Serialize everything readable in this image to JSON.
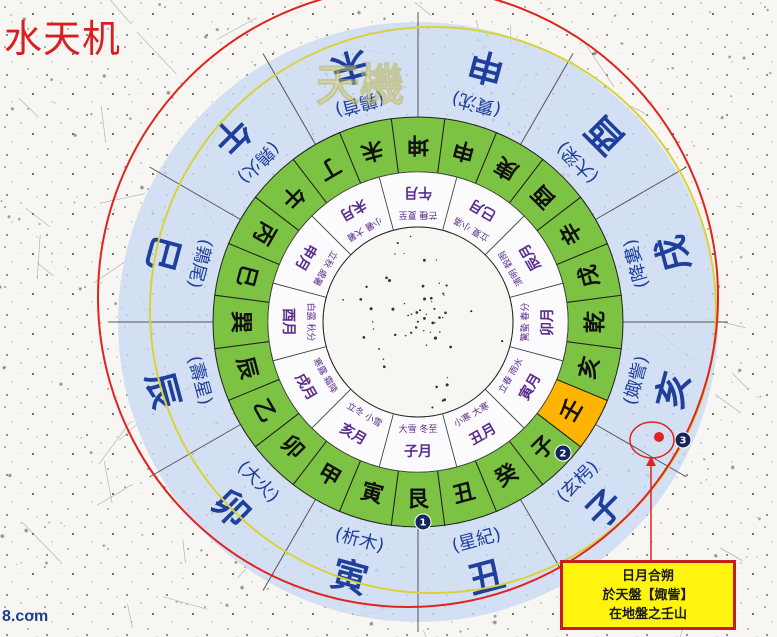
{
  "title": "水天机",
  "watermark": "8.com",
  "banner": "天機",
  "callout": {
    "line1": "日月合朔",
    "line2": "於天盤【娵訾】",
    "line3": "在地盤之壬山"
  },
  "colors": {
    "green": "#7cc243",
    "blue_ring": "#c9dbf2",
    "highlight": "#ffb400",
    "red_circle": "#e0241f",
    "navy_text": "#1f3f9c",
    "purple_text": "#5a2d8c",
    "marker_navy": "#13265e"
  },
  "outer_ring": [
    {
      "main": "寅",
      "sub": "(析木)"
    },
    {
      "main": "丑",
      "sub": "(星紀)"
    },
    {
      "main": "子",
      "sub": "(玄枵)"
    },
    {
      "main": "亥",
      "sub": "(娵訾)"
    },
    {
      "main": "戌",
      "sub": "(降婁)"
    },
    {
      "main": "酉",
      "sub": "(大梁)"
    },
    {
      "main": "申",
      "sub": "(實沈)"
    },
    {
      "main": "未",
      "sub": "(鶉首)"
    },
    {
      "main": "午",
      "sub": "(鶉火)"
    },
    {
      "main": "巳",
      "sub": "(鶉尾)"
    },
    {
      "main": "辰",
      "sub": "(壽星)"
    },
    {
      "main": "卯",
      "sub": "(大火)"
    }
  ],
  "mountains": [
    "艮",
    "丑",
    "癸",
    "子",
    "壬",
    "亥",
    "乾",
    "戌",
    "辛",
    "酉",
    "庚",
    "申",
    "坤",
    "未",
    "丁",
    "午",
    "丙",
    "巳",
    "巽",
    "辰",
    "乙",
    "卯",
    "甲",
    "寅"
  ],
  "months": [
    {
      "name": "子月",
      "terms": [
        "大雪",
        "冬至"
      ]
    },
    {
      "name": "丑月",
      "terms": [
        "小寒",
        "大寒"
      ]
    },
    {
      "name": "寅月",
      "terms": [
        "立春",
        "雨水"
      ]
    },
    {
      "name": "卯月",
      "terms": [
        "驚蟄",
        "春分"
      ]
    },
    {
      "name": "辰月",
      "terms": [
        "清明",
        "穀雨"
      ]
    },
    {
      "name": "巳月",
      "terms": [
        "立夏",
        "小滿"
      ]
    },
    {
      "name": "午月",
      "terms": [
        "芒種",
        "夏至"
      ]
    },
    {
      "name": "未月",
      "terms": [
        "小暑",
        "大暑"
      ]
    },
    {
      "name": "申月",
      "terms": [
        "立秋",
        "處暑"
      ]
    },
    {
      "name": "酉月",
      "terms": [
        "白露",
        "秋分"
      ]
    },
    {
      "name": "戌月",
      "terms": [
        "寒露",
        "霜降"
      ]
    },
    {
      "name": "亥月",
      "terms": [
        "立冬",
        "小雪"
      ]
    }
  ],
  "markers": [
    "1",
    "2",
    "3"
  ]
}
